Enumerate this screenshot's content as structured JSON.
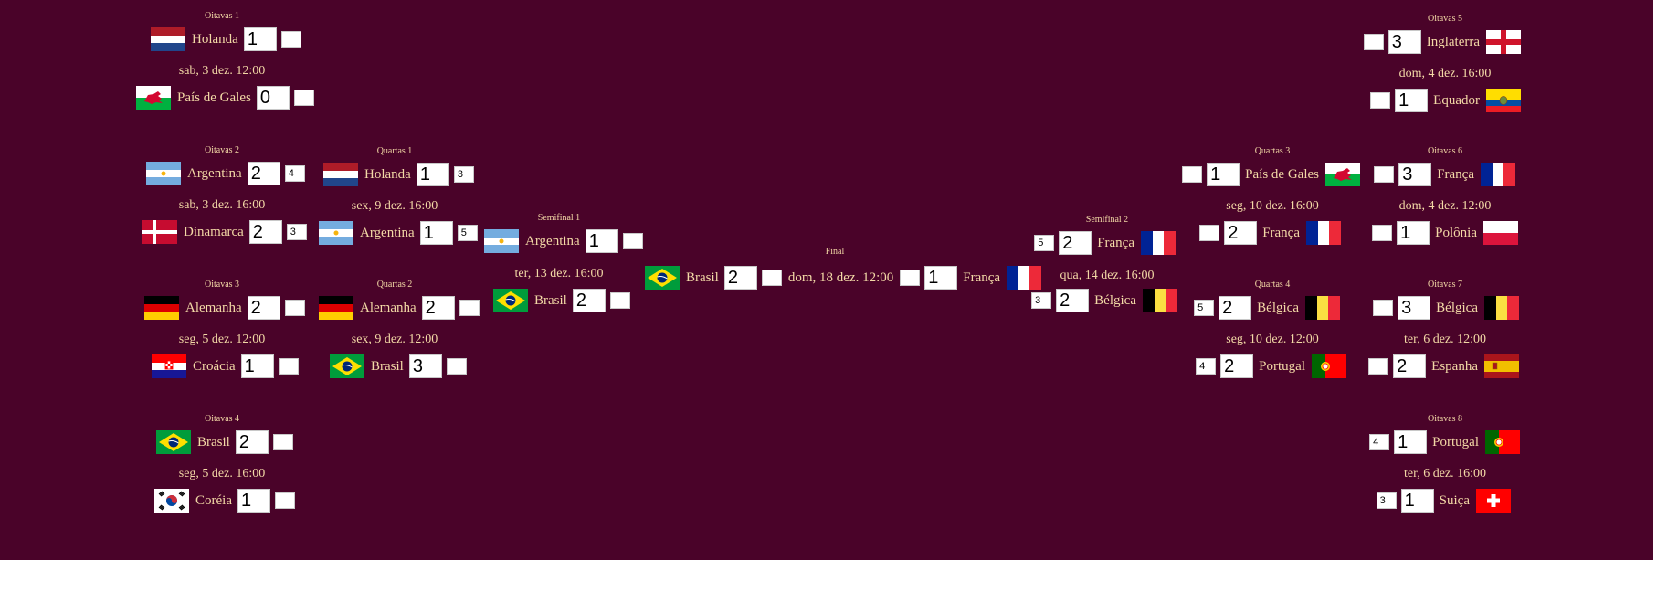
{
  "matches": {
    "o1": {
      "title": "Oitavas 1",
      "date": "sab, 3 dez. 12:00",
      "t1": {
        "name": "Holanda",
        "flag": "netherlands-flag",
        "score": "1",
        "pen": ""
      },
      "t2": {
        "name": "País de Gales",
        "flag": "wales-flag",
        "score": "0",
        "pen": ""
      }
    },
    "o2": {
      "title": "Oitavas 2",
      "date": "sab, 3 dez. 16:00",
      "t1": {
        "name": "Argentina",
        "flag": "argentina-flag",
        "score": "2",
        "pen": "4"
      },
      "t2": {
        "name": "Dinamarca",
        "flag": "denmark-flag",
        "score": "2",
        "pen": "3"
      }
    },
    "o3": {
      "title": "Oitavas 3",
      "date": "seg, 5 dez. 12:00",
      "t1": {
        "name": "Alemanha",
        "flag": "germany-flag",
        "score": "2",
        "pen": ""
      },
      "t2": {
        "name": "Croácia",
        "flag": "croatia-flag",
        "score": "1",
        "pen": ""
      }
    },
    "o4": {
      "title": "Oitavas 4",
      "date": "seg, 5 dez. 16:00",
      "t1": {
        "name": "Brasil",
        "flag": "brazil-flag",
        "score": "2",
        "pen": ""
      },
      "t2": {
        "name": "Coréia",
        "flag": "korea-flag",
        "score": "1",
        "pen": ""
      }
    },
    "q1": {
      "title": "Quartas 1",
      "date": "sex, 9 dez. 16:00",
      "t1": {
        "name": "Holanda",
        "flag": "netherlands-flag",
        "score": "1",
        "pen": "3"
      },
      "t2": {
        "name": "Argentina",
        "flag": "argentina-flag",
        "score": "1",
        "pen": "5"
      }
    },
    "q2": {
      "title": "Quartas 2",
      "date": "sex, 9 dez. 12:00",
      "t1": {
        "name": "Alemanha",
        "flag": "germany-flag",
        "score": "2",
        "pen": ""
      },
      "t2": {
        "name": "Brasil",
        "flag": "brazil-flag",
        "score": "3",
        "pen": ""
      }
    },
    "s1": {
      "title": "Semifinal 1",
      "date": "ter, 13 dez. 16:00",
      "t1": {
        "name": "Argentina",
        "flag": "argentina-flag",
        "score": "1",
        "pen": ""
      },
      "t2": {
        "name": "Brasil",
        "flag": "brazil-flag",
        "score": "2",
        "pen": ""
      }
    },
    "final": {
      "title": "Final",
      "date": "dom, 18 dez. 12:00",
      "t1": {
        "name": "Brasil",
        "flag": "brazil-flag",
        "score": "2",
        "pen": ""
      },
      "t2": {
        "name": "França",
        "flag": "france-flag",
        "score": "1",
        "pen": ""
      }
    },
    "s2": {
      "title": "Semifinal 2",
      "date": "qua, 14 dez. 16:00",
      "t1": {
        "name": "França",
        "flag": "france-flag",
        "score": "2",
        "pen": "5"
      },
      "t2": {
        "name": "Bélgica",
        "flag": "belgium-flag",
        "score": "2",
        "pen": "3"
      }
    },
    "q3": {
      "title": "Quartas 3",
      "date": "seg, 10 dez. 16:00",
      "t1": {
        "name": "País de Gales",
        "flag": "wales-flag",
        "score": "1",
        "pen": ""
      },
      "t2": {
        "name": "França",
        "flag": "france-flag",
        "score": "2",
        "pen": ""
      }
    },
    "q4": {
      "title": "Quartas 4",
      "date": "seg, 10 dez. 12:00",
      "t1": {
        "name": "Bélgica",
        "flag": "belgium-flag",
        "score": "2",
        "pen": "5"
      },
      "t2": {
        "name": "Portugal",
        "flag": "portugal-flag",
        "score": "2",
        "pen": "4"
      }
    },
    "o5": {
      "title": "Oitavas 5",
      "date": "dom, 4 dez. 16:00",
      "t1": {
        "name": "Inglaterra",
        "flag": "england-flag",
        "score": "3",
        "pen": ""
      },
      "t2": {
        "name": "Equador",
        "flag": "ecuador-flag",
        "score": "1",
        "pen": ""
      }
    },
    "o6": {
      "title": "Oitavas 6",
      "date": "dom, 4 dez. 12:00",
      "t1": {
        "name": "França",
        "flag": "france-flag",
        "score": "3",
        "pen": ""
      },
      "t2": {
        "name": "Polônia",
        "flag": "poland-flag",
        "score": "1",
        "pen": ""
      }
    },
    "o7": {
      "title": "Oitavas 7",
      "date": "ter, 6 dez. 12:00",
      "t1": {
        "name": "Bélgica",
        "flag": "belgium-flag",
        "score": "3",
        "pen": ""
      },
      "t2": {
        "name": "Espanha",
        "flag": "spain-flag",
        "score": "2",
        "pen": ""
      }
    },
    "o8": {
      "title": "Oitavas 8",
      "date": "ter, 6 dez. 16:00",
      "t1": {
        "name": "Portugal",
        "flag": "portugal-flag",
        "score": "1",
        "pen": "4"
      },
      "t2": {
        "name": "Suiça",
        "flag": "switzerland-flag",
        "score": "1",
        "pen": "3"
      }
    }
  }
}
